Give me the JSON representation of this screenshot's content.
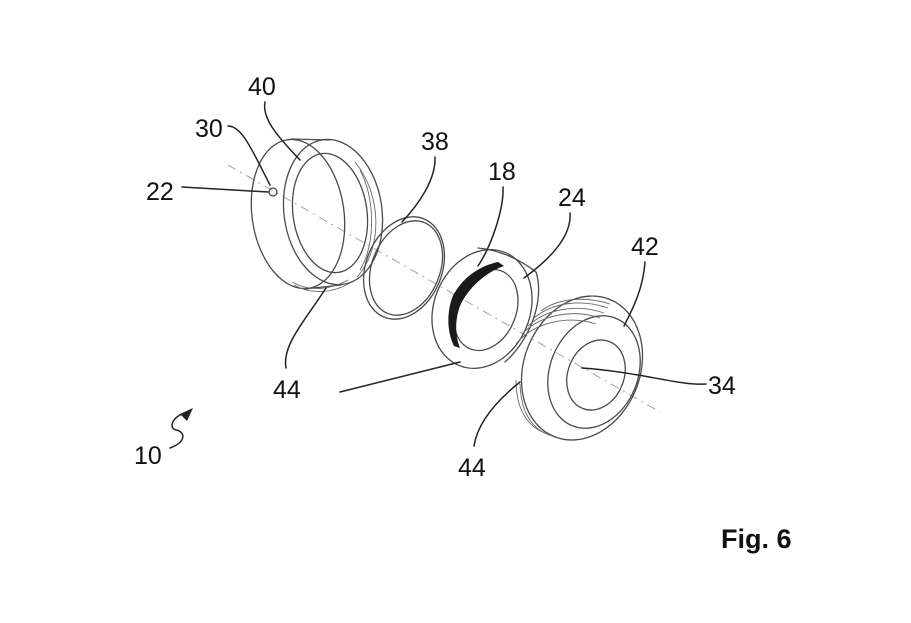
{
  "figure_label": "Fig. 6",
  "reference_numerals": {
    "housing_ref": "40",
    "port_ref": "30",
    "hole_ref": "22",
    "ring_ref": "38",
    "seal_ref": "18",
    "carrier_ref": "24",
    "cap_ref": "42",
    "bore_ref": "34",
    "thread_left_ref": "44",
    "thread_right_ref": "44",
    "assembly_ref": "10"
  }
}
